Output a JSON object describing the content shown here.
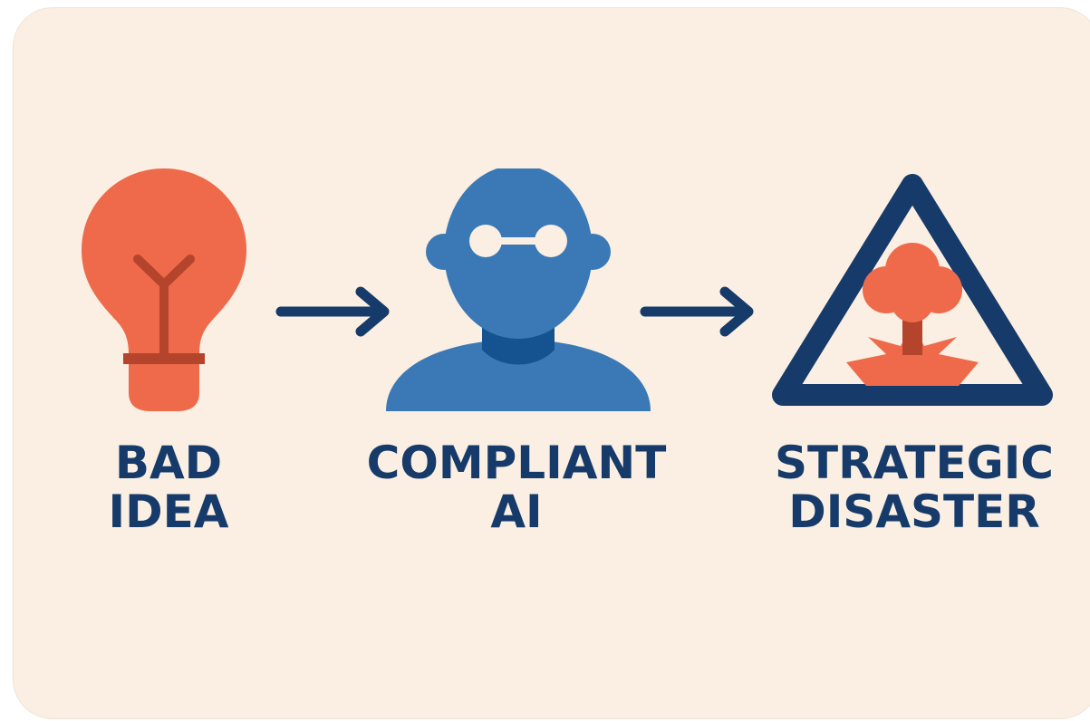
{
  "colors": {
    "background": "#faefe2",
    "navy": "#163b6a",
    "coral": "#ee6a4a",
    "blue": "#3a79b6",
    "dark_blue": "#145390",
    "rust": "#b5442c"
  },
  "steps": [
    {
      "icon": "lightbulb-icon",
      "line1": "BAD",
      "line2": "IDEA"
    },
    {
      "icon": "ai-person-icon",
      "line1": "COMPLIANT",
      "line2": "AI"
    },
    {
      "icon": "warning-explosion-icon",
      "line1": "STRATEGIC",
      "line2": "DISASTER"
    }
  ],
  "connectors": [
    "arrow-right-icon",
    "arrow-right-icon"
  ]
}
